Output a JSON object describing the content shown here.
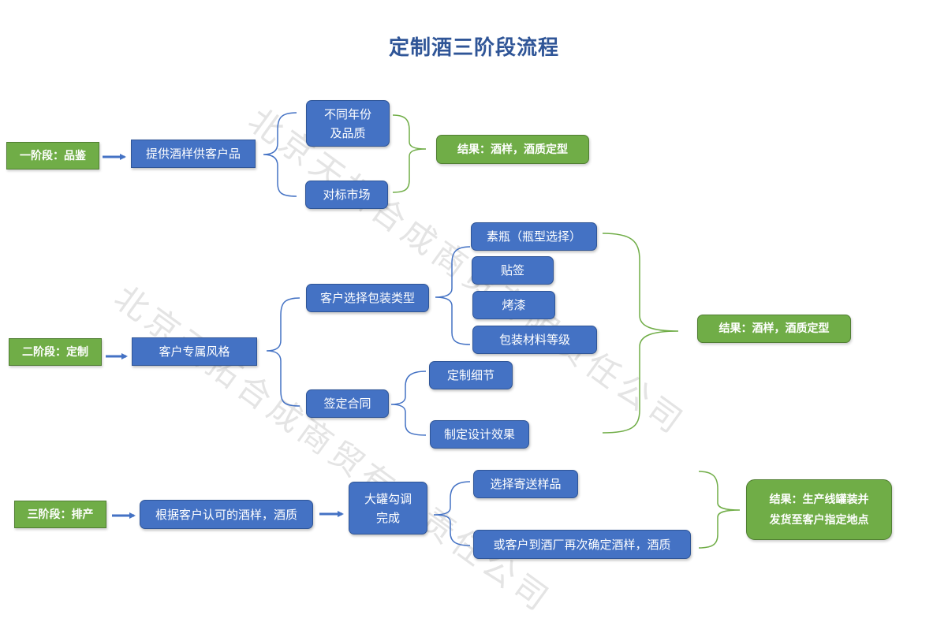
{
  "title": "定制酒三阶段流程",
  "watermark": {
    "text1": "北京天拓合成商贸有限责任公司",
    "text2": "北京天拓合成商贸有限责任公司"
  },
  "colors": {
    "title": "#2f5597",
    "node_blue": "#4472c4",
    "node_green": "#70ad47",
    "connector_blue": "#4472c4",
    "connector_green": "#70ad47"
  },
  "stage1": {
    "label": "一阶段：品鉴",
    "step": "提供酒样供客户品",
    "branches": [
      "不同年份\n及品质",
      "对标市场"
    ],
    "result": "结果：酒样，酒质定型"
  },
  "stage2": {
    "label": "二阶段：定制",
    "step": "客户专属风格",
    "branch_packaging": "客户选择包装类型",
    "packaging_options": [
      "素瓶（瓶型选择）",
      "贴签",
      "烤漆",
      "包装材料等级"
    ],
    "branch_contract": "签定合同",
    "contract_options": [
      "定制细节",
      "制定设计效果"
    ],
    "result": "结果：酒样，酒质定型"
  },
  "stage3": {
    "label": "三阶段：排产",
    "step": "根据客户认可的酒样，酒质",
    "blend": "大罐勾调\n完成",
    "options": [
      "选择寄送样品",
      "或客户到酒厂再次确定酒样，酒质"
    ],
    "result": "结果：生产线罐装并\n发货至客户指定地点"
  }
}
